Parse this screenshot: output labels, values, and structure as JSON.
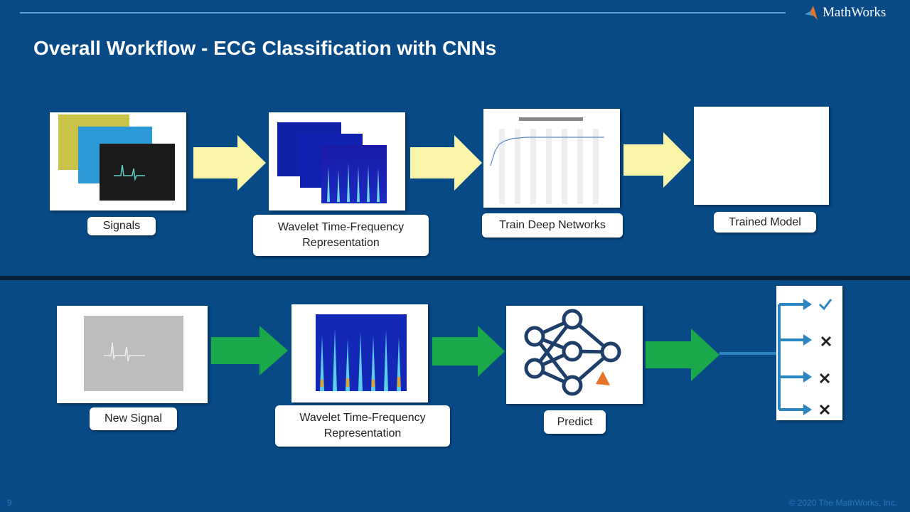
{
  "header": {
    "brand": "MathWorks",
    "title": "Overall Workflow - ECG Classification with CNNs"
  },
  "training_row": {
    "steps": [
      {
        "label": "Signals"
      },
      {
        "label_line1": "Wavelet Time-Frequency",
        "label_line2": "Representation"
      },
      {
        "label": "Train Deep Networks"
      },
      {
        "label": "Trained Model"
      }
    ],
    "arrow_color": "#f8f4a8"
  },
  "prediction_row": {
    "steps": [
      {
        "label": "New Signal"
      },
      {
        "label_line1": "Wavelet Time-Frequency",
        "label_line2": "Representation"
      },
      {
        "label": "Predict"
      }
    ],
    "arrow_color": "#1aa84a",
    "outcomes": [
      "check",
      "x",
      "x",
      "x"
    ]
  },
  "footer": {
    "page_number": "9",
    "copyright": "© 2020 The MathWorks, Inc."
  },
  "colors": {
    "background": "#074a86",
    "accent": "#5b9fd6"
  }
}
